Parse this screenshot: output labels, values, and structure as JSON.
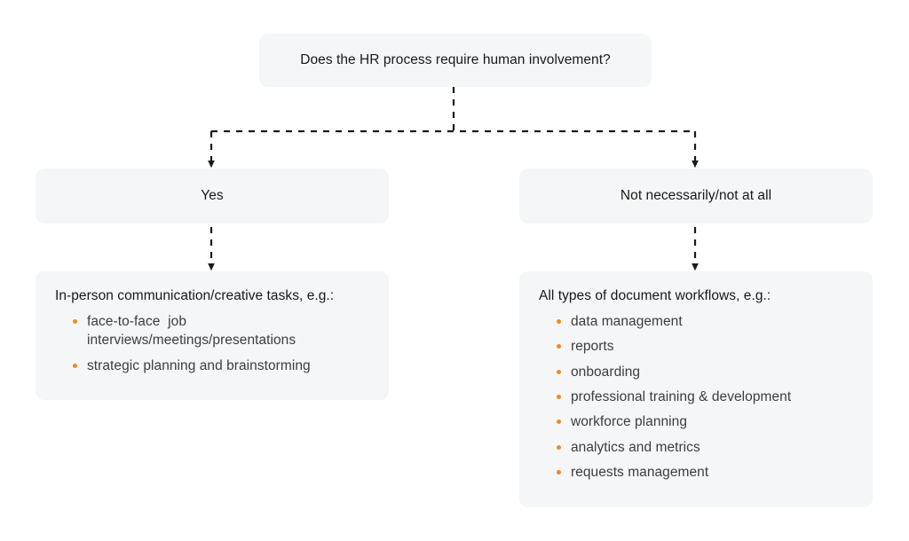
{
  "diagram": {
    "type": "decision-flowchart",
    "background_color": "#ffffff",
    "node_fill_color": "#f5f6f8",
    "bullet_color": "#ef8a22",
    "connector_color": "#1a1a1a",
    "connector_style": "dashed",
    "root": {
      "label": "Does the HR process require human involvement?"
    },
    "branches": [
      {
        "label": "Yes",
        "detail": {
          "heading": "In-person communication/creative tasks, e.g.:",
          "items": [
            "face-to-face  job interviews/meetings/presentations",
            "strategic planning and brainstorming"
          ]
        }
      },
      {
        "label": "Not necessarily/not at all",
        "detail": {
          "heading": "All types of document workflows, e.g.:",
          "items": [
            "data management",
            "reports",
            "onboarding",
            "professional training & development",
            "workforce planning",
            "analytics and metrics",
            "requests management"
          ]
        }
      }
    ]
  }
}
